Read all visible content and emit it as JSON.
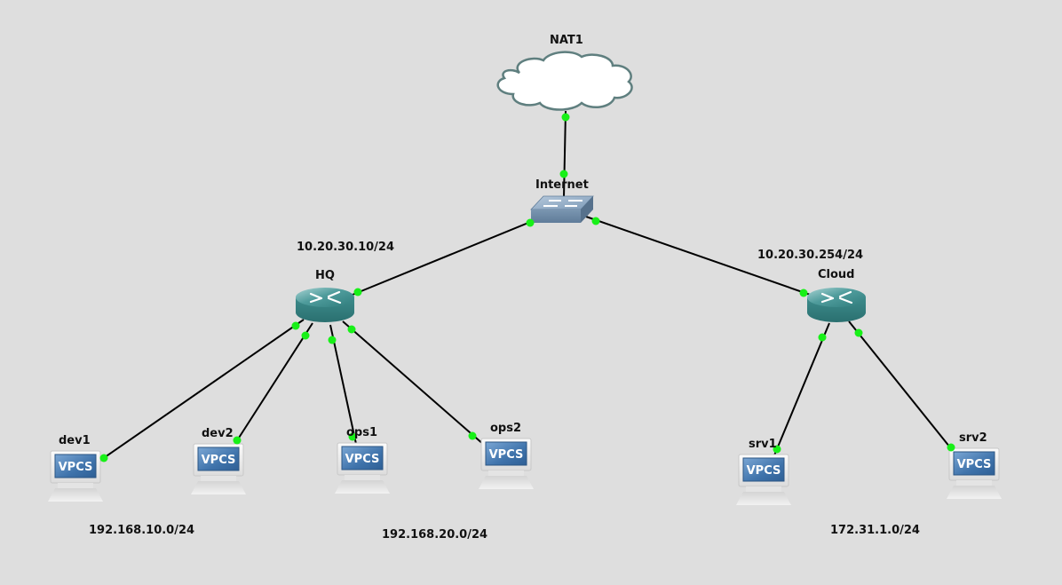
{
  "canvas": {
    "background": "#dedede",
    "link_color": "#000000",
    "port_color": "#18f018"
  },
  "nodes": [
    {
      "id": "nat1",
      "label": "NAT1",
      "type": "cloud"
    },
    {
      "id": "internet",
      "label": "Internet",
      "type": "switch"
    },
    {
      "id": "hq",
      "label": "HQ",
      "type": "router"
    },
    {
      "id": "cloud",
      "label": "Cloud",
      "type": "router"
    },
    {
      "id": "dev1",
      "label": "dev1",
      "type": "vpcs",
      "screen_text": "VPCS"
    },
    {
      "id": "dev2",
      "label": "dev2",
      "type": "vpcs",
      "screen_text": "VPCS"
    },
    {
      "id": "ops1",
      "label": "ops1",
      "type": "vpcs",
      "screen_text": "VPCS"
    },
    {
      "id": "ops2",
      "label": "ops2",
      "type": "vpcs",
      "screen_text": "VPCS"
    },
    {
      "id": "srv1",
      "label": "srv1",
      "type": "vpcs",
      "screen_text": "VPCS"
    },
    {
      "id": "srv2",
      "label": "srv2",
      "type": "vpcs",
      "screen_text": "VPCS"
    }
  ],
  "links": [
    {
      "from": "nat1",
      "to": "internet"
    },
    {
      "from": "internet",
      "to": "hq"
    },
    {
      "from": "internet",
      "to": "cloud"
    },
    {
      "from": "hq",
      "to": "dev1"
    },
    {
      "from": "hq",
      "to": "dev2"
    },
    {
      "from": "hq",
      "to": "ops1"
    },
    {
      "from": "hq",
      "to": "ops2"
    },
    {
      "from": "cloud",
      "to": "srv1"
    },
    {
      "from": "cloud",
      "to": "srv2"
    }
  ],
  "notes": {
    "hq_ip": "10.20.30.10/24",
    "cloud_ip": "10.20.30.254/24",
    "dev_subnet": "192.168.10.0/24",
    "ops_subnet": "192.168.20.0/24",
    "srv_subnet": "172.31.1.0/24"
  }
}
